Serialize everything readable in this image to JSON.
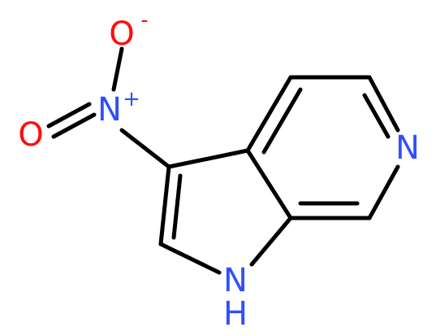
{
  "molecule": {
    "atoms": {
      "o_minus": {
        "symbol": "O",
        "charge": "-",
        "color": "#ff0d0d"
      },
      "o_double": {
        "symbol": "O",
        "color": "#ff0d0d"
      },
      "n_plus": {
        "symbol": "N",
        "charge": "+",
        "color": "#3050f8"
      },
      "n_pyridine": {
        "symbol": "N",
        "color": "#3050f8"
      },
      "nh": {
        "symbol": "N",
        "h_label": "H",
        "color": "#3050f8"
      }
    }
  }
}
